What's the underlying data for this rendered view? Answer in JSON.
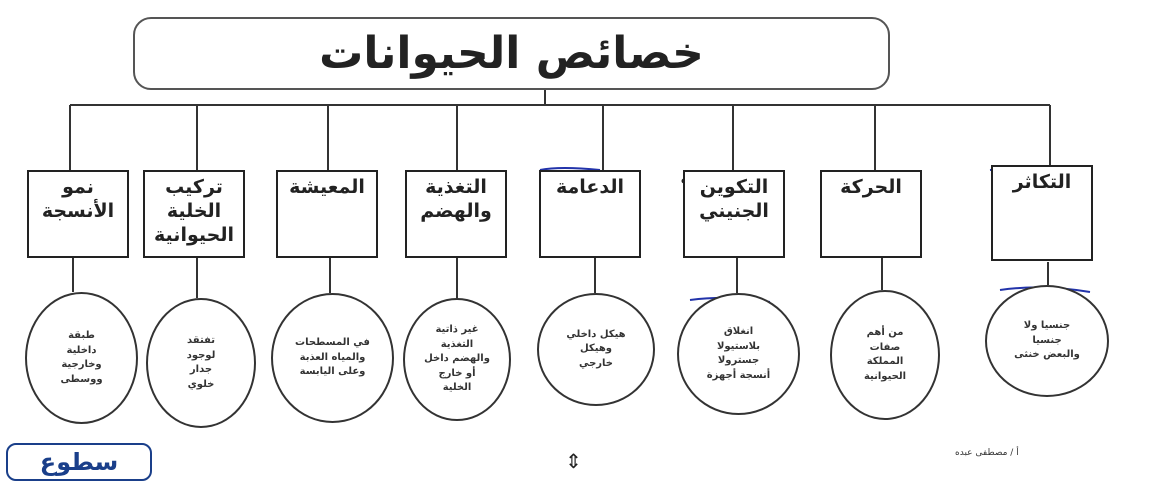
{
  "title": "خصائص الحيوانات",
  "categories": [
    {
      "label": "التكاثر",
      "circle_text": "جنسيا ولا\nجنسيا\nوالبعض خنثى"
    },
    {
      "label": "الحركة",
      "circle_text": "من أهم\nصفات\nالمملكة\nالحيوانية"
    },
    {
      "label": "التكوين\nالجنيني",
      "circle_text": "انغلاق\nبلاستيولا\nجسترولا\nأنسجة أجهزة"
    },
    {
      "label": "الدعامة",
      "circle_text": "هيكل داخلي\nوهيكل\nخارجي"
    },
    {
      "label": "التغذية\nوالهضم",
      "circle_text": "غير ذاتية\nالتغذية\nوالهضم داخل\nأو خارج\nالخلية"
    },
    {
      "label": "المعيشة",
      "circle_text": "في المسطحات\nوالمياه العذبة\nوعلى اليابسة"
    },
    {
      "label": "تركيب\nالخلية\nالحيوانية",
      "circle_text": "تفتقد\nلوجود\nجدار\nخلوي"
    },
    {
      "label": "نمو\nالأنسجة",
      "circle_text": "طبقة\nداخلية\nوخارجية\nووسطى"
    }
  ],
  "logo_text": "سطوع",
  "author": "أ / مصطفى عبده",
  "icon_names": [
    "updown-arrow-icon"
  ],
  "colors": {
    "border": "#222222",
    "logo": "#1a3f8a",
    "pen": "#2233aa"
  }
}
